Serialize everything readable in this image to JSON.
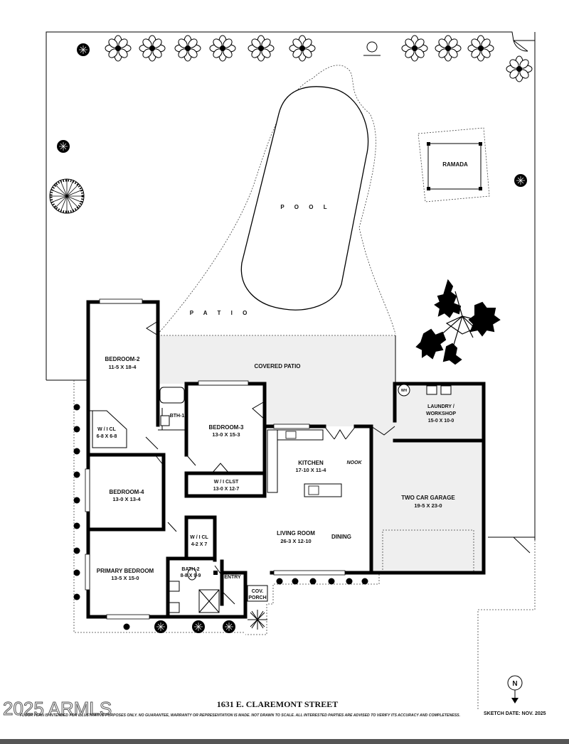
{
  "rooms": {
    "pool": "P O O L",
    "ramada": "RAMADA",
    "patio": "P A T I O",
    "covered_patio": "COVERED PATIO",
    "bedroom2": {
      "name": "BEDROOM-2",
      "dims": "11-5  X  18-4"
    },
    "wicl_bed2": {
      "name": "W / I  CL",
      "dims": "6-8 X 6-8"
    },
    "bath1": "BTH-1",
    "bedroom3": {
      "name": "BEDROOM-3",
      "dims": "13-0  X  15-3"
    },
    "wiclst": {
      "name": "W / I  CLST",
      "dims": "13-0 X 12-7"
    },
    "kitchen": {
      "name": "KITCHEN",
      "dims": "17-10 X 11-4"
    },
    "nook": "NOOK",
    "laundry": {
      "name1": "LAUNDRY /",
      "name2": "WORKSHOP",
      "dims": "15-0 X 10-0"
    },
    "wh": "WH",
    "garage": {
      "name": "TWO CAR GARAGE",
      "dims": "19-5  X  23-0"
    },
    "bedroom4": {
      "name": "BEDROOM-4",
      "dims": "13-0  X  13-4"
    },
    "wicl_primary": {
      "name": "W / I  CL",
      "dims": "4-2 X 7"
    },
    "living": {
      "name": "LIVING ROOM",
      "dims": "26-3  X  12-10"
    },
    "dining": "DINING",
    "primary": {
      "name": "PRIMARY BEDROOM",
      "dims": "13-5  X  15-0"
    },
    "bath2": {
      "name": "BATH-2",
      "dims": "8-8 X 9-9"
    },
    "entry": "ENTRY",
    "cov_porch": {
      "line1": "COV.",
      "line2": "PORCH"
    }
  },
  "compass": "N",
  "address": "1631 E. CLAREMONT STREET",
  "disclaimer": "FLOOR PLAN IS INTENDED FOR ILLUSTRATIVE PURPOSES ONLY.  NO GUARANTEE, WARRANTY OR REPRESENTATION IS MADE.  NOT DRAWN TO SCALE.  ALL INTERESTED PARTIES ARE ADVISED TO VERIFY ITS ACCURACY AND COMPLETENESS.",
  "sketch_date": "SKETCH DATE:  NOV. 2025",
  "copyright": "2025 ARMLS",
  "icons": [
    "shrub-icon",
    "flower-plant-icon",
    "tree-icon",
    "compass-north-icon"
  ]
}
